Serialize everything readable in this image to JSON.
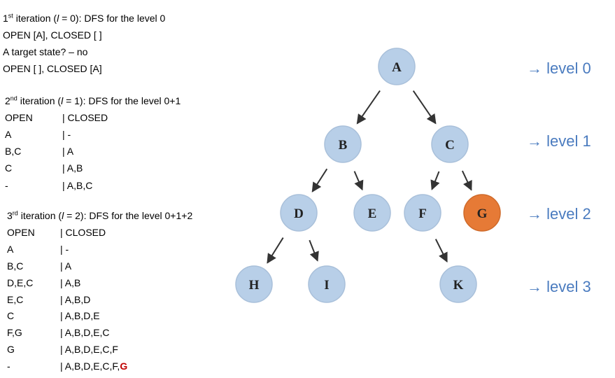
{
  "iter1": {
    "heading": {
      "ord": "1",
      "sup": "st",
      "pre": " iteration (",
      "l": "l",
      "post": " = 0):  DFS for the level 0"
    },
    "lines": [
      "OPEN [A], CLOSED [ ]",
      "A target state? – no",
      "OPEN [ ], CLOSED [A]"
    ]
  },
  "iter2": {
    "heading": {
      "ord": "2",
      "sup": "nd",
      "pre": " iteration (",
      "l": "l",
      "post": " = 1):  DFS for the level 0+1"
    },
    "header": {
      "open": "OPEN",
      "closed": "| CLOSED"
    },
    "rows": [
      {
        "open": "A",
        "closed": "|  -"
      },
      {
        "open": "B,C",
        "closed": "| A"
      },
      {
        "open": "C",
        "closed": "| A,B"
      },
      {
        "open": "-",
        "closed": "| A,B,C"
      }
    ]
  },
  "iter3": {
    "heading": {
      "ord": "3",
      "sup": "rd",
      "pre": " iteration (",
      "l": "l",
      "post": " = 2):  DFS for the level 0+1+2"
    },
    "header": {
      "open": "OPEN",
      "closed": "| CLOSED"
    },
    "rows": [
      {
        "open": "A",
        "closed": "|  -"
      },
      {
        "open": "B,C",
        "closed": "| A"
      },
      {
        "open": "D,E,C",
        "closed": "| A,B"
      },
      {
        "open": "E,C",
        "closed": "| A,B,D"
      },
      {
        "open": "C",
        "closed": "| A,B,D,E"
      },
      {
        "open": "F,G",
        "closed": "| A,B,D,E,C"
      },
      {
        "open": "G",
        "closed": "| A,B,D,E,C,F"
      },
      {
        "open": "-",
        "closed": "| A,B,D,E,C,F,",
        "closed_highlight": "G"
      }
    ]
  },
  "tree": {
    "colors": {
      "node_fill": "#b8cfe8",
      "node_stroke": "#a9c0da",
      "goal_fill": "#e67a36",
      "goal_stroke": "#cf6a2a",
      "edge": "#333333"
    },
    "nodes": [
      {
        "id": "A",
        "label": "A",
        "goal": false
      },
      {
        "id": "B",
        "label": "B",
        "goal": false
      },
      {
        "id": "C",
        "label": "C",
        "goal": false
      },
      {
        "id": "D",
        "label": "D",
        "goal": false
      },
      {
        "id": "E",
        "label": "E",
        "goal": false
      },
      {
        "id": "F",
        "label": "F",
        "goal": false
      },
      {
        "id": "G",
        "label": "G",
        "goal": true
      },
      {
        "id": "H",
        "label": "H",
        "goal": false
      },
      {
        "id": "I",
        "label": "I",
        "goal": false
      },
      {
        "id": "K",
        "label": "K",
        "goal": false
      }
    ],
    "edges": [
      [
        "A",
        "B"
      ],
      [
        "A",
        "C"
      ],
      [
        "B",
        "D"
      ],
      [
        "B",
        "E"
      ],
      [
        "C",
        "F"
      ],
      [
        "C",
        "G"
      ],
      [
        "D",
        "H"
      ],
      [
        "D",
        "I"
      ],
      [
        "F",
        "K"
      ]
    ]
  },
  "levels": [
    "→ level 0",
    "→ level 1",
    "→ level 2",
    "→ level 3"
  ]
}
